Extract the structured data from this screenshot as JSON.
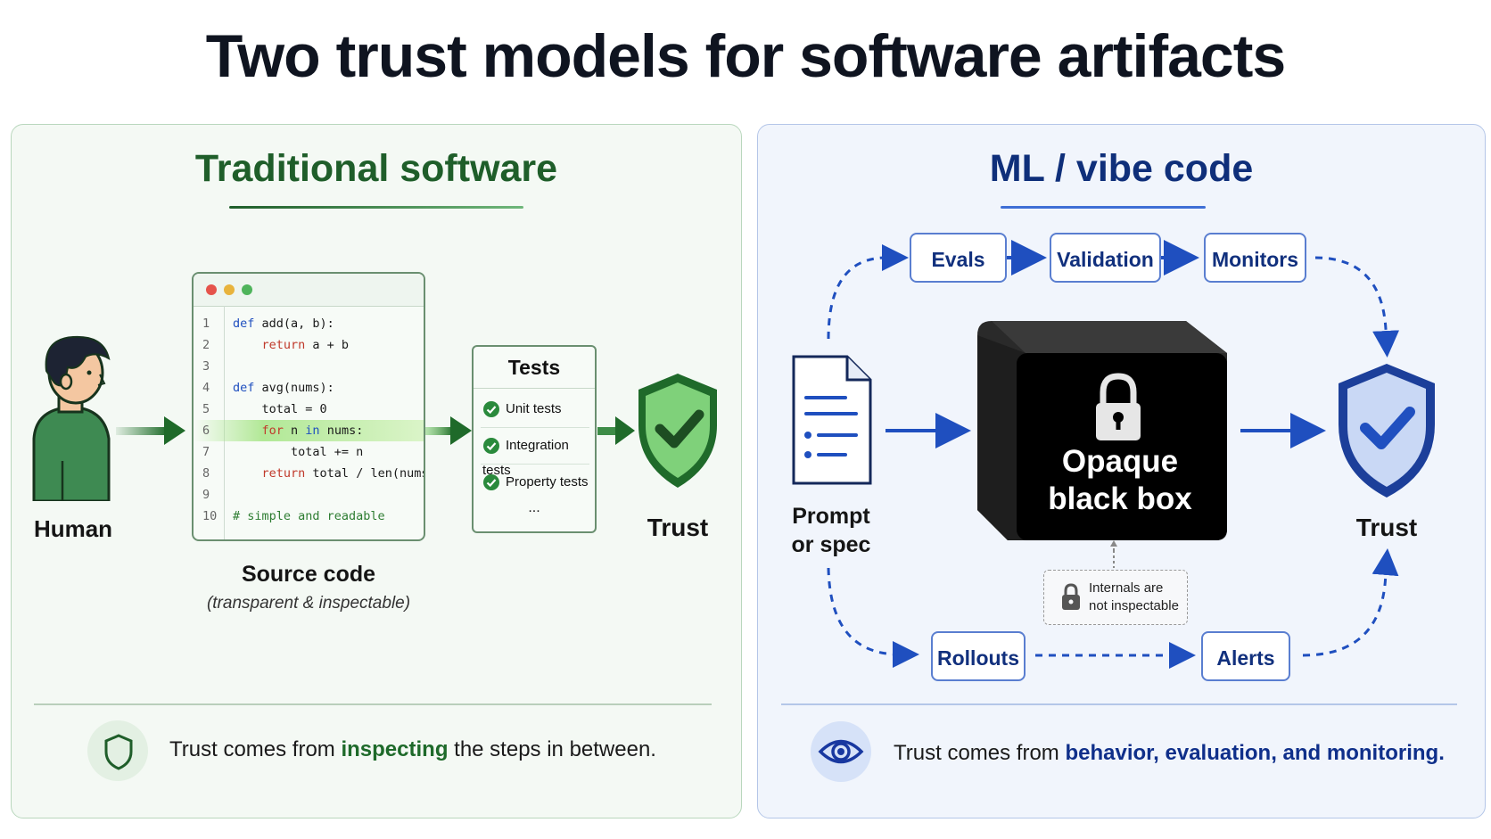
{
  "title": "Two trust models for software artifacts",
  "left": {
    "title": "Traditional software",
    "human_label": "Human",
    "trust_label": "Trust",
    "source_label": "Source code",
    "source_sublabel": "(transparent & inspectable)",
    "code_lines": [
      {
        "n": "1",
        "text": "def add(a, b):"
      },
      {
        "n": "2",
        "text": "    return a + b"
      },
      {
        "n": "3",
        "text": ""
      },
      {
        "n": "4",
        "text": "def avg(nums):"
      },
      {
        "n": "5",
        "text": "    total = 0"
      },
      {
        "n": "6",
        "text": "    for n in nums:"
      },
      {
        "n": "7",
        "text": "        total += n"
      },
      {
        "n": "8",
        "text": "    return total / len(nums)"
      },
      {
        "n": "9",
        "text": ""
      },
      {
        "n": "10",
        "text": "# simple and readable"
      }
    ],
    "tests": {
      "title": "Tests",
      "items": [
        "Unit tests",
        "Integration tests",
        "Property tests"
      ],
      "more": "..."
    },
    "footer": {
      "prefix": "Trust comes from ",
      "emphasis": "inspecting",
      "suffix": " the steps in between."
    },
    "colors": {
      "accent": "#2a7a35",
      "shield": "#1f6a2a"
    }
  },
  "right": {
    "title": "ML / vibe code",
    "top_boxes": [
      "Evals",
      "Validation",
      "Monitors"
    ],
    "bottom_boxes": [
      "Rollouts",
      "Alerts"
    ],
    "prompt_label_1": "Prompt",
    "prompt_label_2": "or spec",
    "blackbox_1": "Opaque",
    "blackbox_2": "black box",
    "note_1": "Internals are",
    "note_2": "not inspectable",
    "trust_label": "Trust",
    "footer": {
      "prefix": "Trust comes from ",
      "emphasis": "behavior, evaluation, and monitoring."
    },
    "colors": {
      "accent": "#1f4fbf",
      "shield": "#2250c4"
    }
  }
}
